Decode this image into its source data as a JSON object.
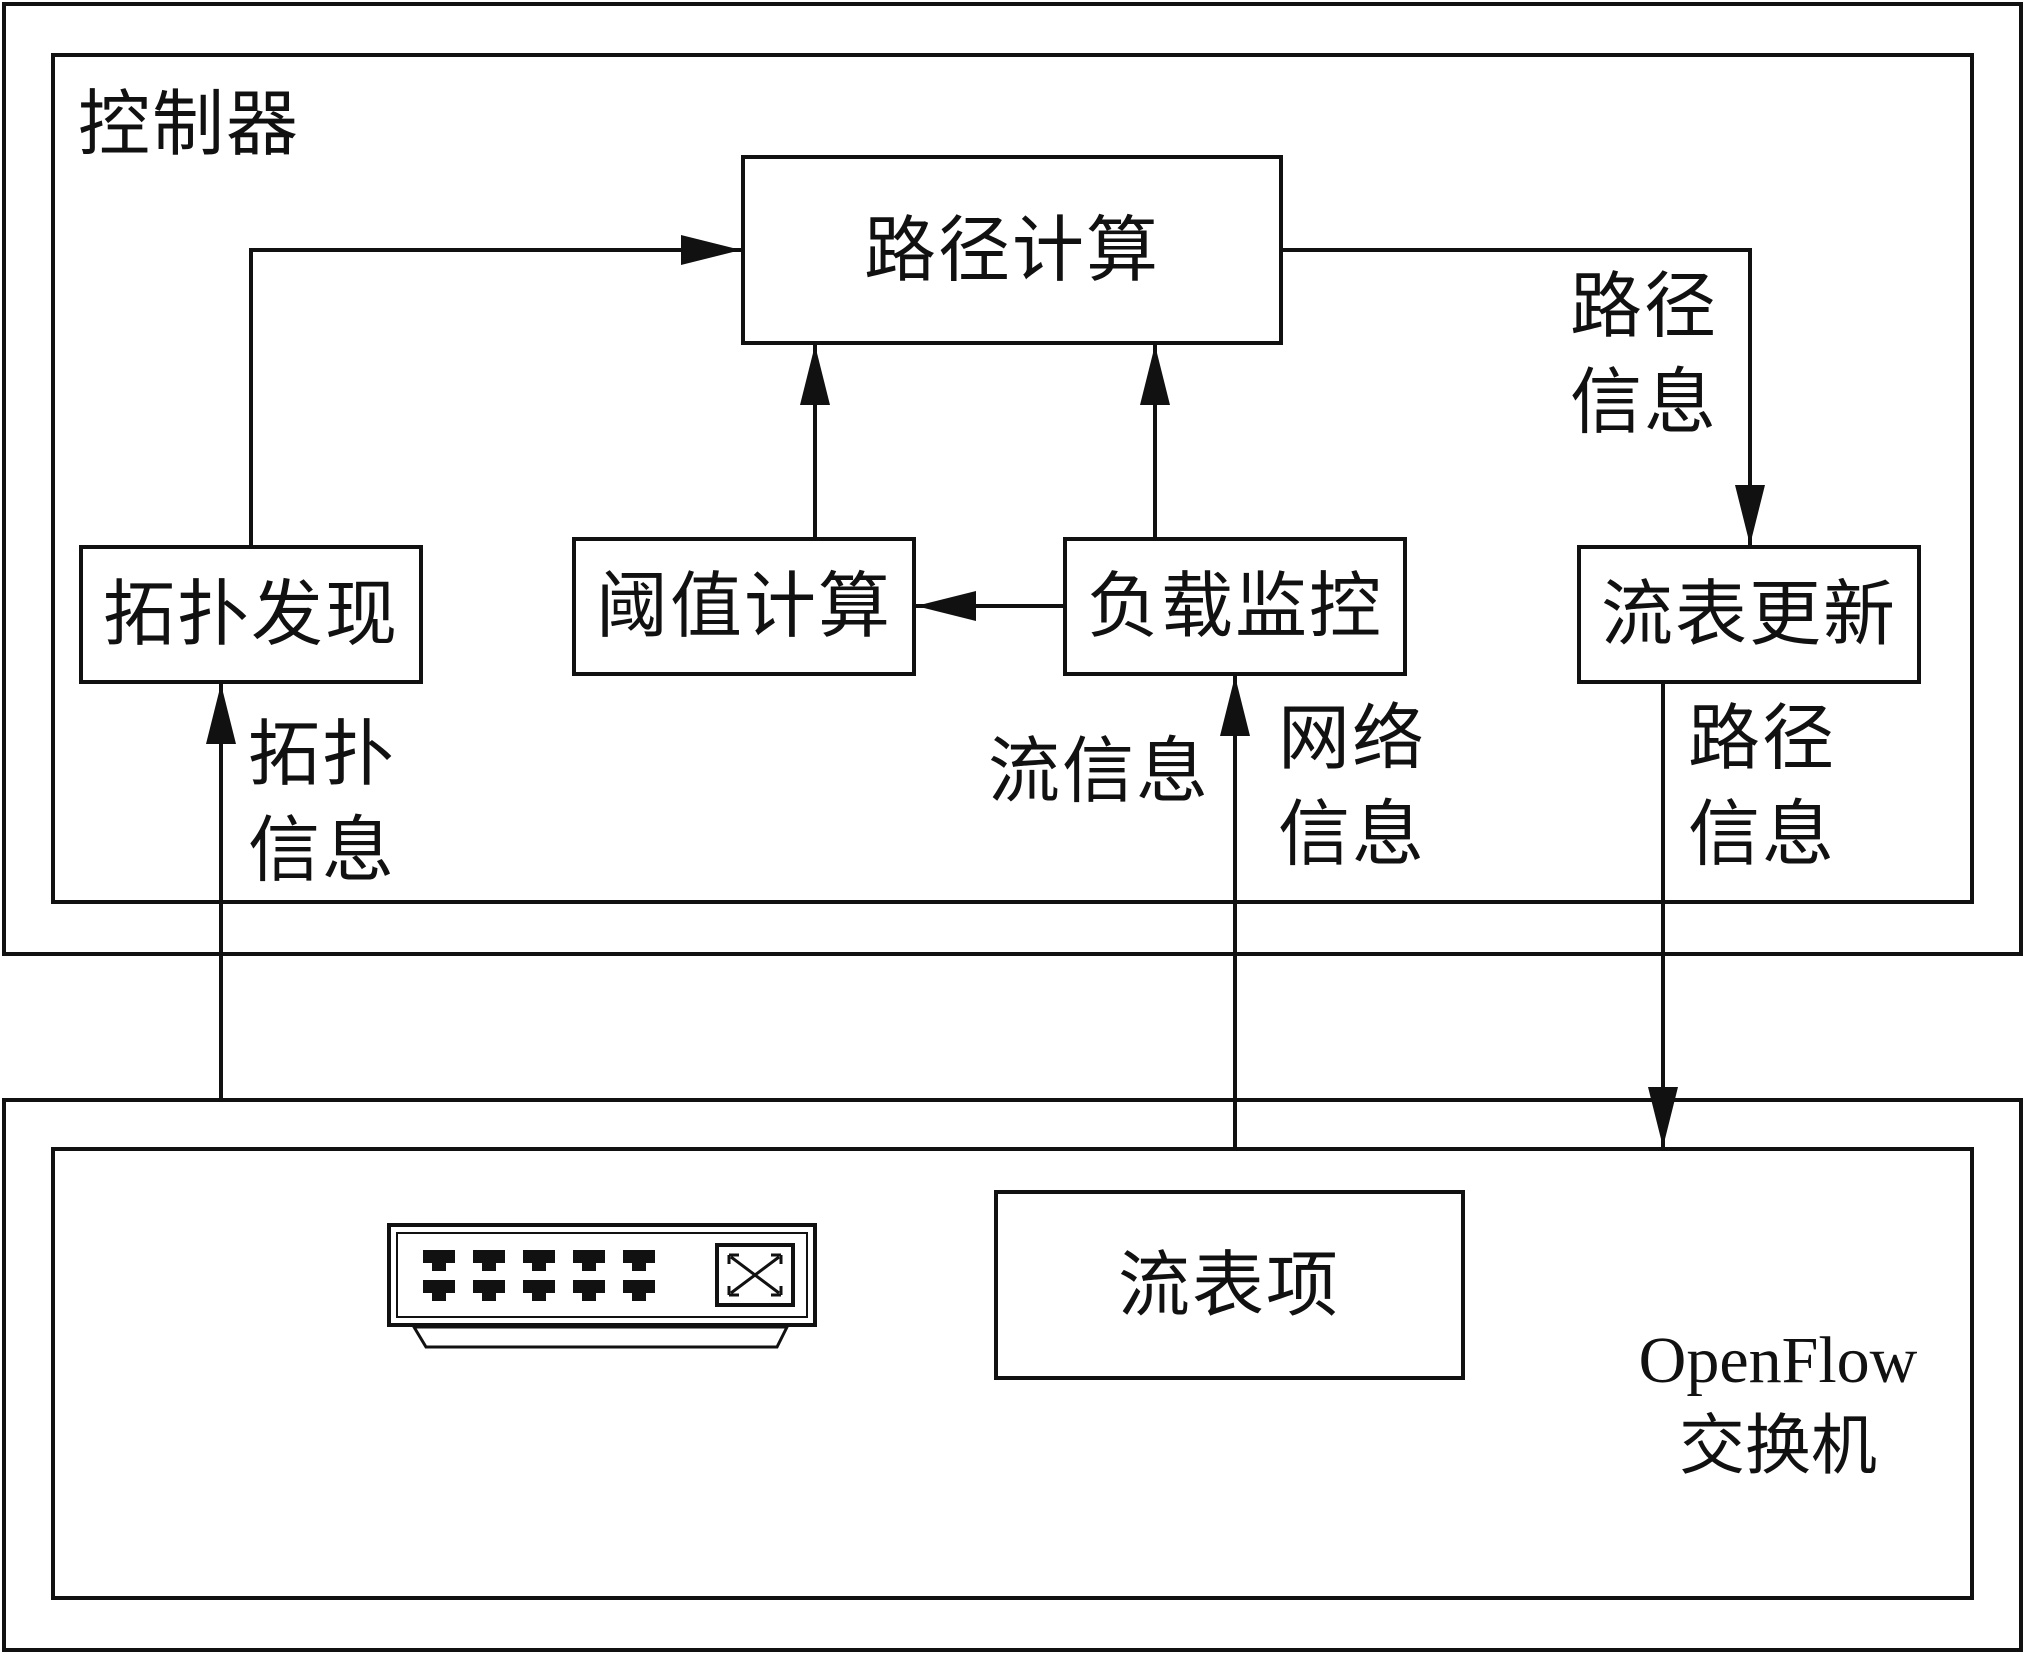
{
  "controller": {
    "label": "控制器"
  },
  "switch": {
    "line1": "OpenFlow",
    "line2": "交换机"
  },
  "nodes": {
    "path_calc": "路径计算",
    "topology": "拓扑发现",
    "threshold": "阈值计算",
    "load_monitor": "负载监控",
    "flow_update": "流表更新",
    "flow_entry": "流表项"
  },
  "edges": {
    "path_info_upper": "路径信息",
    "topo_info": "拓扑信息",
    "flow_info": "流信息",
    "net_info": "网络信息",
    "path_info_lower": "路径信息"
  },
  "icons": {
    "switch_device": "network-switch-icon"
  }
}
